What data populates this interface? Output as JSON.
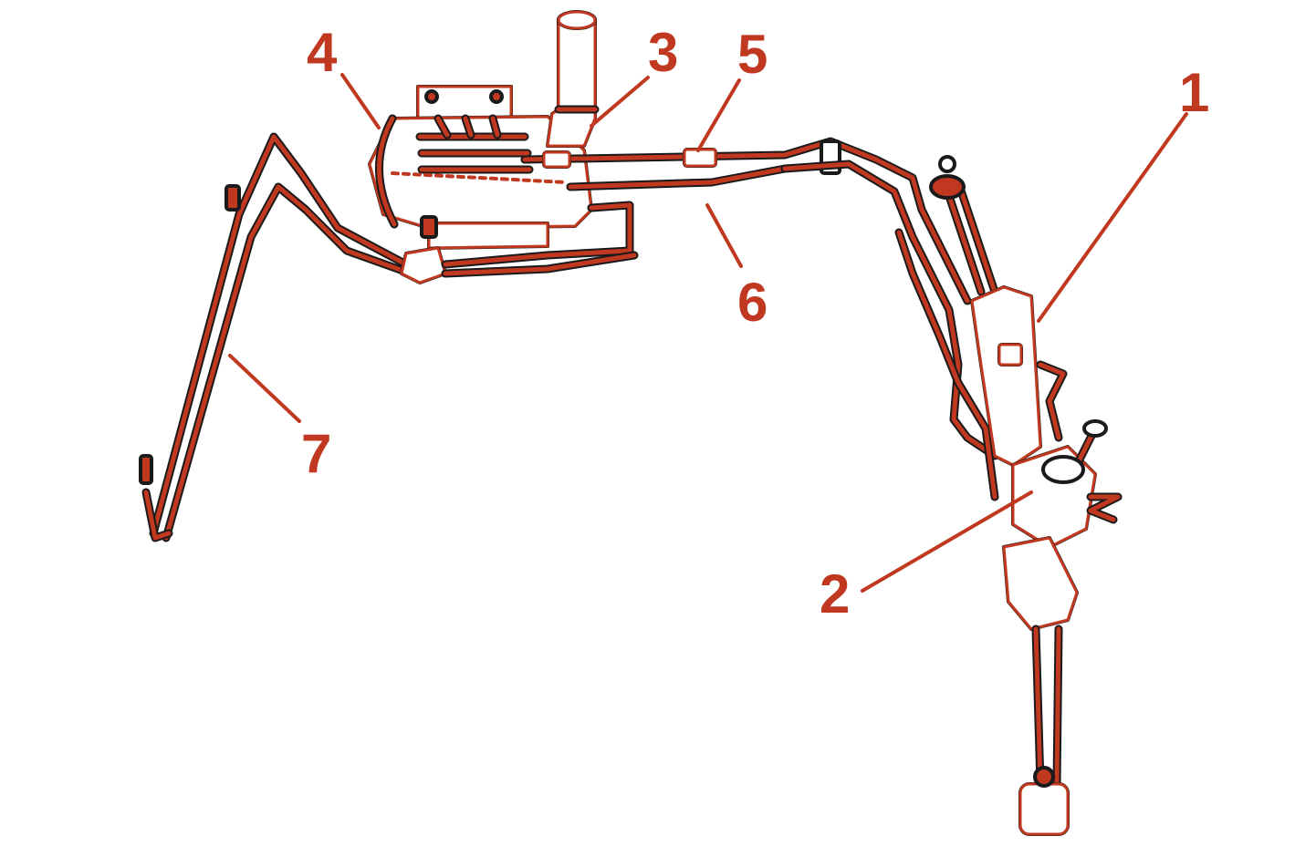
{
  "colors": {
    "accent": "#c0381f",
    "outline": "#1a1a1a",
    "background": "#ffffff"
  },
  "callouts": [
    {
      "id": "1",
      "label": "1"
    },
    {
      "id": "2",
      "label": "2"
    },
    {
      "id": "3",
      "label": "3"
    },
    {
      "id": "4",
      "label": "4"
    },
    {
      "id": "5",
      "label": "5"
    },
    {
      "id": "6",
      "label": "6"
    },
    {
      "id": "7",
      "label": "7"
    }
  ]
}
